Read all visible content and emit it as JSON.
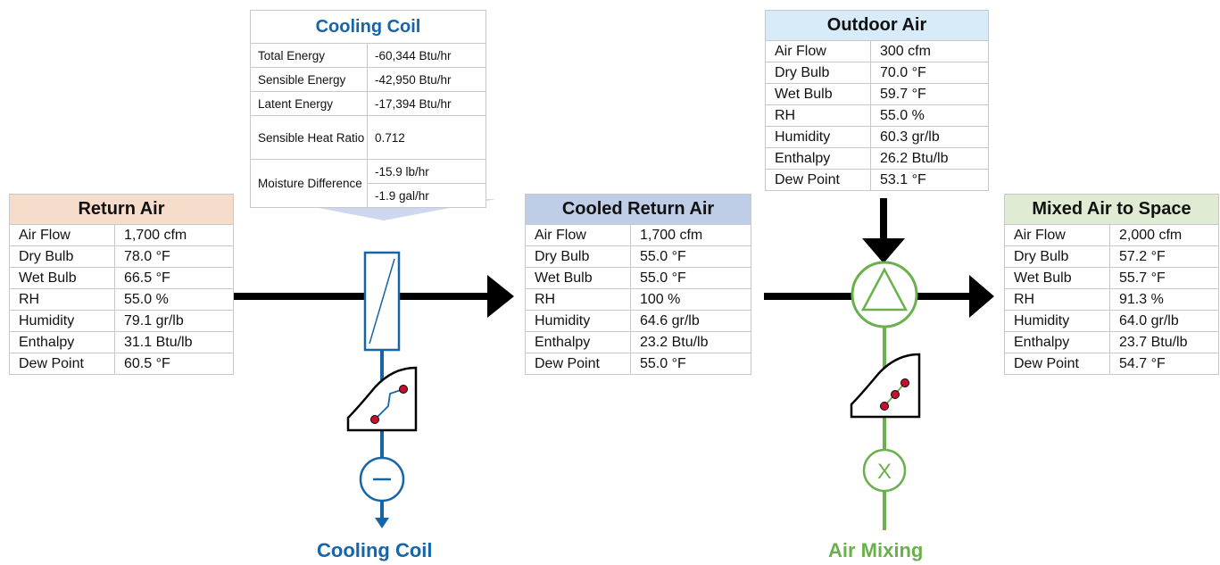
{
  "colors": {
    "coil_blue": "#1565a8",
    "mixing_green": "#6ab04c",
    "return_header": "#f6dccb",
    "outdoor_header": "#d7ecf8",
    "cooled_header": "#c0cde6",
    "mixed_header": "#dfebd3",
    "valve_dot_red": "#c8102e",
    "funnel": "#cdd7ee",
    "arrow": "#000000"
  },
  "icons": [
    "cooling-coil-icon",
    "psychrometric-chart-icon",
    "minus-circle-icon",
    "triangle-circle-icon",
    "x-circle-icon"
  ],
  "cooling_coil": {
    "title": "Cooling Coil",
    "rows": [
      {
        "label": "Total Energy",
        "value": "-60,344 Btu/hr"
      },
      {
        "label": "Sensible Energy",
        "value": "-42,950 Btu/hr"
      },
      {
        "label": "Latent Energy",
        "value": "-17,394 Btu/hr"
      },
      {
        "label": "Sensible Heat Ratio",
        "value": "0.712"
      },
      {
        "label": "Moisture Difference",
        "value": "-15.9 lb/hr",
        "value2": "-1.9 gal/hr"
      }
    ]
  },
  "return_air": {
    "title": "Return Air",
    "rows": [
      {
        "label": "Air Flow",
        "value": "1,700 cfm"
      },
      {
        "label": "Dry Bulb",
        "value": "78.0 °F"
      },
      {
        "label": "Wet Bulb",
        "value": "66.5 °F"
      },
      {
        "label": "RH",
        "value": "55.0 %"
      },
      {
        "label": "Humidity",
        "value": "79.1 gr/lb"
      },
      {
        "label": "Enthalpy",
        "value": "31.1 Btu/lb"
      },
      {
        "label": "Dew Point",
        "value": "60.5 °F"
      }
    ]
  },
  "cooled_return_air": {
    "title": "Cooled Return Air",
    "rows": [
      {
        "label": "Air Flow",
        "value": "1,700 cfm"
      },
      {
        "label": "Dry Bulb",
        "value": "55.0 °F"
      },
      {
        "label": "Wet Bulb",
        "value": "55.0 °F"
      },
      {
        "label": "RH",
        "value": "100 %"
      },
      {
        "label": "Humidity",
        "value": "64.6 gr/lb"
      },
      {
        "label": "Enthalpy",
        "value": "23.2 Btu/lb"
      },
      {
        "label": "Dew Point",
        "value": "55.0 °F"
      }
    ]
  },
  "outdoor_air": {
    "title": "Outdoor Air",
    "rows": [
      {
        "label": "Air Flow",
        "value": "300 cfm"
      },
      {
        "label": "Dry Bulb",
        "value": "70.0 °F"
      },
      {
        "label": "Wet Bulb",
        "value": "59.7 °F"
      },
      {
        "label": "RH",
        "value": "55.0 %"
      },
      {
        "label": "Humidity",
        "value": "60.3 gr/lb"
      },
      {
        "label": "Enthalpy",
        "value": "26.2 Btu/lb"
      },
      {
        "label": "Dew Point",
        "value": "53.1 °F"
      }
    ]
  },
  "mixed_air": {
    "title": "Mixed Air to Space",
    "rows": [
      {
        "label": "Air Flow",
        "value": "2,000 cfm"
      },
      {
        "label": "Dry Bulb",
        "value": "57.2 °F"
      },
      {
        "label": "Wet Bulb",
        "value": "55.7 °F"
      },
      {
        "label": "RH",
        "value": "91.3 %"
      },
      {
        "label": "Humidity",
        "value": "64.0 gr/lb"
      },
      {
        "label": "Enthalpy",
        "value": "23.7 Btu/lb"
      },
      {
        "label": "Dew Point",
        "value": "54.7 °F"
      }
    ]
  },
  "labels": {
    "cooling_coil": "Cooling Coil",
    "air_mixing": "Air Mixing"
  }
}
